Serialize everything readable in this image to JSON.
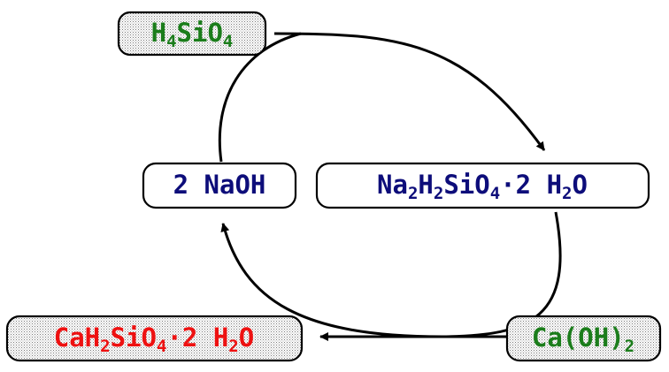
{
  "colors": {
    "reagent_green": "#1b7d1b",
    "intermediate_navy": "#0d0d7a",
    "product_red": "#ee1111",
    "arrow": "#000000"
  },
  "nodes": {
    "silicic_acid": {
      "parts": [
        {
          "t": "H"
        },
        {
          "t": "4",
          "sub": true
        },
        {
          "t": "SiO"
        },
        {
          "t": "4",
          "sub": true
        }
      ]
    },
    "sodium_hydroxide": {
      "parts": [
        {
          "t": "2 NaOH"
        }
      ]
    },
    "sodium_silicate": {
      "parts": [
        {
          "t": "Na"
        },
        {
          "t": "2",
          "sub": true
        },
        {
          "t": "H"
        },
        {
          "t": "2",
          "sub": true
        },
        {
          "t": "SiO"
        },
        {
          "t": "4",
          "sub": true
        },
        {
          "t": "·2 H"
        },
        {
          "t": "2",
          "sub": true
        },
        {
          "t": "O"
        }
      ]
    },
    "calcium_hydroxide": {
      "parts": [
        {
          "t": "Ca(OH)"
        },
        {
          "t": "2",
          "sub": true
        }
      ]
    },
    "calcium_silicate_hydrate": {
      "parts": [
        {
          "t": "CaH"
        },
        {
          "t": "2",
          "sub": true
        },
        {
          "t": "SiO"
        },
        {
          "t": "4",
          "sub": true
        },
        {
          "t": "·2 H"
        },
        {
          "t": "2",
          "sub": true
        },
        {
          "t": "O"
        }
      ]
    }
  }
}
